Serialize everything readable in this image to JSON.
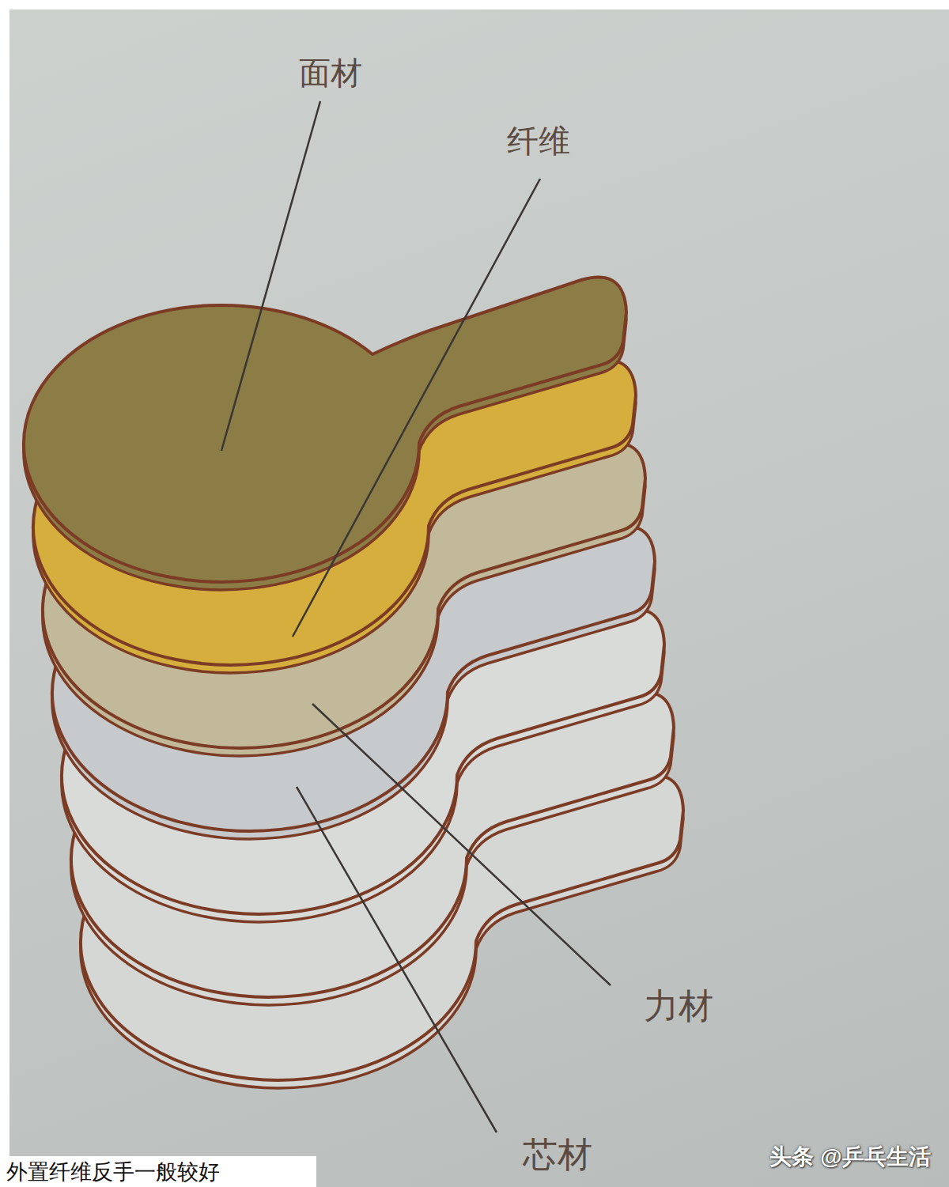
{
  "diagram": {
    "labels": [
      "面材",
      "纤维",
      "力材",
      "芯材",
      "外置纤维反手一般较好",
      "头条 @乒乓生活"
    ]
  }
}
